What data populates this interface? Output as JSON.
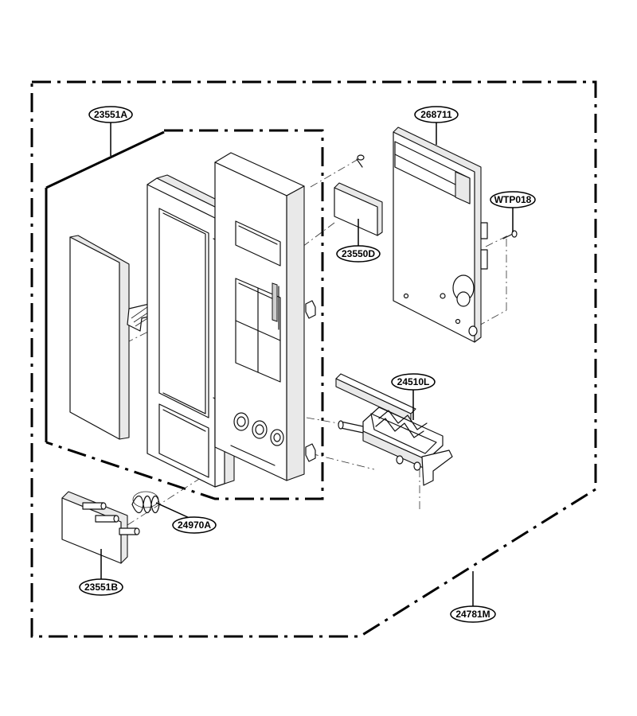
{
  "labels": {
    "l23551A": "23551A",
    "l268711": "268711",
    "lWTP018": "WTP018",
    "l23550D": "23550D",
    "l24510L": "24510L",
    "l24970A": "24970A",
    "l23551B": "23551B",
    "l24781M": "24781M"
  }
}
